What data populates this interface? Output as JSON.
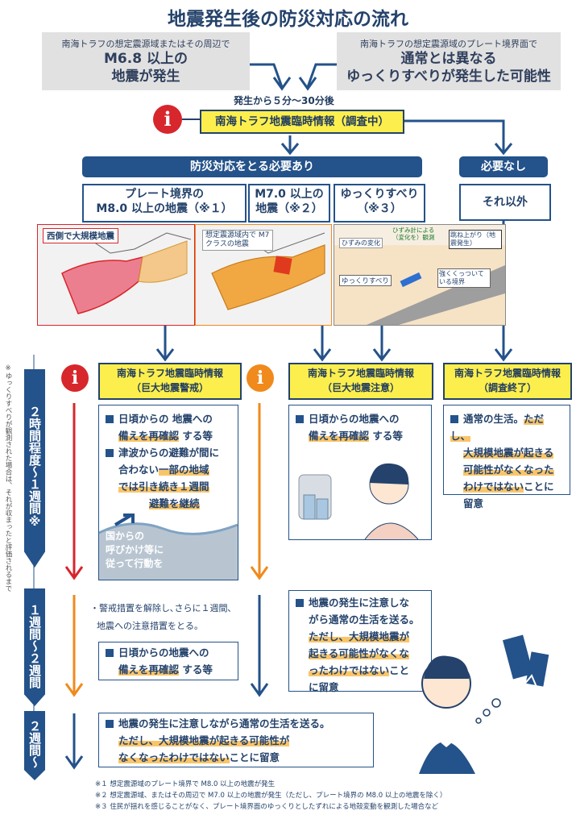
{
  "title": "地震発生後の防災対応の流れ",
  "trigger_left": {
    "line1": "南海トラフの想定震源域またはその周辺で",
    "line2": "M6.8 以上の",
    "line3": "地震が発生"
  },
  "trigger_right": {
    "line1": "南海トラフの想定震源域のプレート境界面で",
    "line2": "通常とは異なる",
    "line3": "ゆっくりすべりが発生した可能性"
  },
  "time_label": "発生から５分～30分後",
  "investigation_info": "南海トラフ地震臨時情報（調査中）",
  "need_action": "防災対応をとる必要あり",
  "no_need": "必要なし",
  "categories": {
    "cat1": {
      "line1": "プレート境界の",
      "line2": "M8.0 以上の地震（※１）"
    },
    "cat2": {
      "line1": "M7.0 以上の",
      "line2": "地震（※２）"
    },
    "cat3": {
      "line1": "ゆっくりすべり",
      "line2": "（※３）"
    },
    "cat4": "それ以外"
  },
  "map_labels": {
    "map1": "西側で大規模地震",
    "map2": "想定震源域内で M7クラスの地震",
    "map3_a": "ひずみの変化",
    "map3_b": "ひずみ計による（変化を）観測",
    "map3_c": "跳ね上がり（地震発生）",
    "map3_d": "ゆっくりすべり",
    "map3_e": "強くくっついている境界"
  },
  "warn_info": {
    "line1": "南海トラフ地震臨時情報",
    "line2": "（巨大地震警戒）"
  },
  "caution_info": {
    "line1": "南海トラフ地震臨時情報",
    "line2": "（巨大地震注意）"
  },
  "end_info": {
    "line1": "南海トラフ地震臨時情報",
    "line2": "（調査終了）"
  },
  "panel_warn": {
    "b1_a": "日頃からの 地震への",
    "b1_b": "備えを再確認",
    "b1_c": " する等",
    "b2_a": "津波からの避難が間に",
    "b2_b": "合わない",
    "b2_c": "一部の地域",
    "b2_d": "では引き続き１週間",
    "b2_e": "避難を継続",
    "gov_a": "国からの",
    "gov_b": "呼びかけ等に",
    "gov_c": "従って行動を"
  },
  "panel_caution": {
    "a": "日頃からの地震への",
    "b": "備えを再確認",
    "c": " する等"
  },
  "panel_end": {
    "a": "通常の生活。",
    "b": "ただし、",
    "c": "大規模地震が起きる",
    "d": "可能性がなくなった",
    "e": "わけではない",
    "f": "ことに",
    "g": "留意"
  },
  "periods": {
    "p1": "２時間程度〜１週間※",
    "p2": "１週間〜２週間",
    "p3": "２週間〜"
  },
  "side_note": "※ゆっくりすべりが観測された場合は、それが収まったと評価されるまで",
  "week2_left": {
    "note_a": "・警戒措置を解除し､さらに１週間､",
    "note_b": "地震への注意措置をとる。",
    "b_a": "日頃からの地震への",
    "b_b": "備えを再確認",
    "b_c": " する等"
  },
  "week2_right": {
    "a": "地震の発生に注意しな",
    "b": "がら通常の生活を送る。",
    "c": "ただし、",
    "d": "大規模地震が",
    "e": "起きる可能性がなくな",
    "f": "ったわけではない",
    "g": "こと",
    "h": "に留意"
  },
  "week3": {
    "a": "地震の発生に注意しながら通常の生活を送る。",
    "b": "ただし、",
    "c": "大規模地震が起きる可能性が",
    "d": "なくなったわけではない",
    "e": "ことに留意"
  },
  "footnotes": {
    "n1": "※１ 想定震源域のプレート境界で M8.0 以上の地震が発生",
    "n2": "※２ 想定震源域、またはその周辺で M7.0 以上の地震が発生（ただし、プレート境界の M8.0 以上の地震を除く）",
    "n3": "※３ 住民が揺れを感じることがなく、プレート境界面のゆっくりとしたずれによる地殻変動を観測した場合など"
  },
  "info_glyph": "i",
  "colors": {
    "navy": "#24528a",
    "yellow": "#fcef4d",
    "red": "#d7262c",
    "orange": "#f08a1c",
    "highlight": "#f9c56a"
  }
}
